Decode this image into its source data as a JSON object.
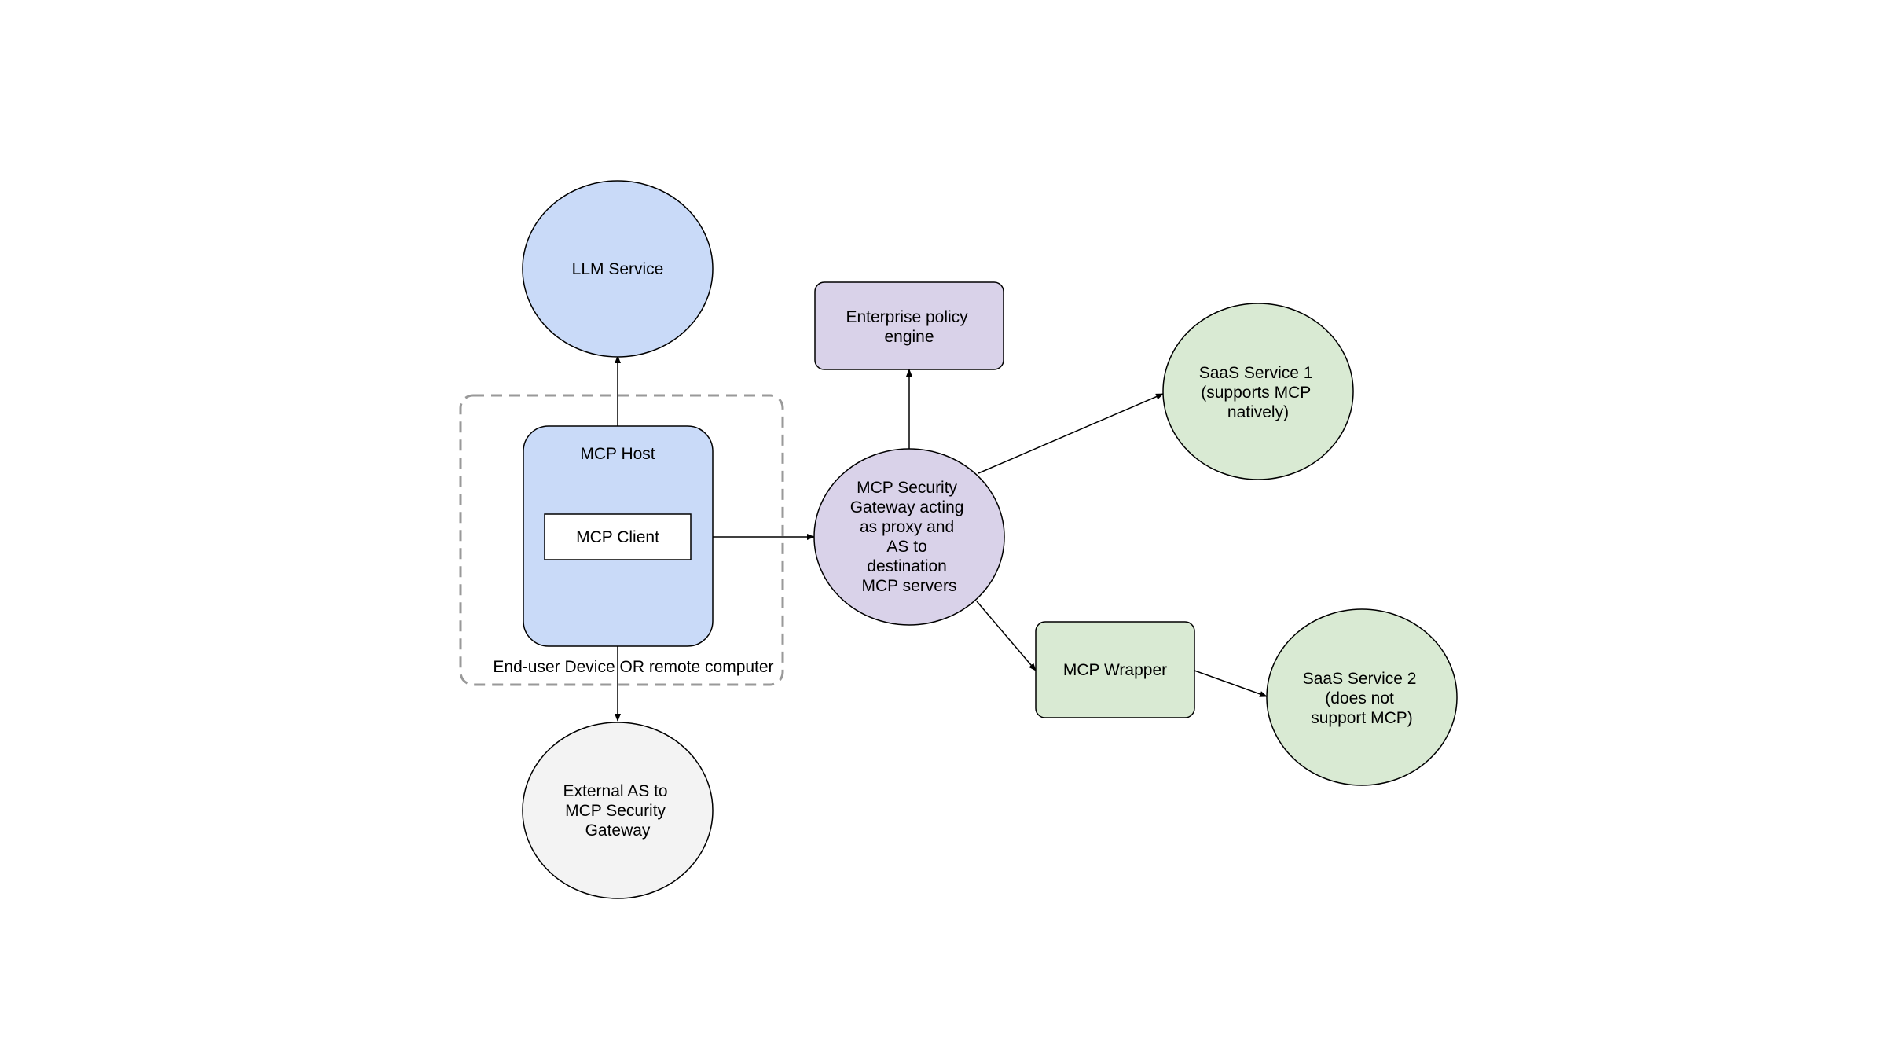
{
  "colors": {
    "blue_fill": "#c9daf8",
    "purple_fill": "#d9d2e9",
    "green_fill": "#d9ead3",
    "gray_fill": "#f3f3f3",
    "white_fill": "#ffffff",
    "stroke": "#000000",
    "dashed_stroke": "#999999"
  },
  "nodes": {
    "llm_service": {
      "label": "LLM Service"
    },
    "boundary": {
      "label": "End-user Device OR remote computer"
    },
    "mcp_host": {
      "label": "MCP Host"
    },
    "mcp_client": {
      "label": "MCP Client"
    },
    "external_as": {
      "lines": [
        "External AS to",
        "MCP Security",
        "Gateway"
      ]
    },
    "policy_engine": {
      "lines": [
        "Enterprise policy",
        "engine"
      ]
    },
    "gateway": {
      "lines": [
        "MCP Security",
        "Gateway acting",
        "as proxy and",
        "AS to",
        "destination",
        "MCP servers"
      ]
    },
    "saas1": {
      "lines": [
        "SaaS Service 1",
        "(supports MCP",
        "natively)"
      ]
    },
    "mcp_wrapper": {
      "label": "MCP Wrapper"
    },
    "saas2": {
      "lines": [
        "SaaS Service 2",
        "(does not",
        "support MCP)"
      ]
    }
  }
}
